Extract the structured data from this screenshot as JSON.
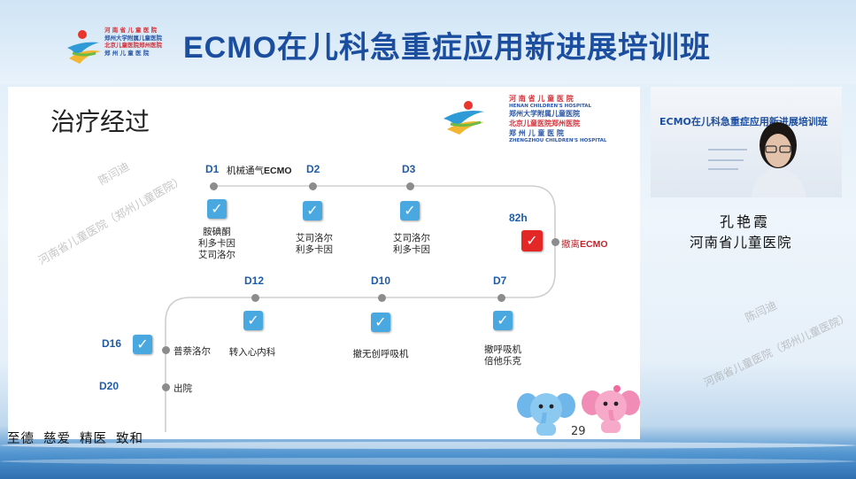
{
  "header": {
    "hospital_lines": [
      "河 南 省 儿 童 医 院",
      "郑州大学附属儿童医院",
      "北京儿童医院郑州医院",
      "郑 州 儿 童 医 院"
    ],
    "title": "ECMO在儿科急重症应用新进展培训班"
  },
  "slide": {
    "title": "治疗经过",
    "hospital": {
      "line1": "河 南 省 儿 童 医 院",
      "line1_en": "HENAN CHILDREN'S HOSPITAL",
      "line2": "郑州大学附属儿童医院",
      "line3": "北京儿童医院郑州医院",
      "line4": "郑 州 儿 童 医 院",
      "line4_en": "ZHENGZHOU CHILDREN'S HOSPITAL"
    },
    "timeline": {
      "d1": "D1",
      "d1_event": "机械通气",
      "d1_event_bold": "ECMO",
      "d1_drugs": [
        "胺碘酮",
        "利多卡因",
        "艾司洛尔"
      ],
      "d2": "D2",
      "d2_drugs": [
        "艾司洛尔",
        "利多卡因"
      ],
      "d3": "D3",
      "d3_drugs": [
        "艾司洛尔",
        "利多卡因"
      ],
      "h82": "82h",
      "h82_event": "撤离",
      "h82_event_bold": "ECMO",
      "d7": "D7",
      "d7_drugs": [
        "撤呼吸机",
        "倍他乐克"
      ],
      "d10": "D10",
      "d10_drugs": [
        "撤无创呼吸机"
      ],
      "d12": "D12",
      "d12_drugs": [
        "转入心内科"
      ],
      "d16": "D16",
      "d16_event": "普萘洛尔",
      "d20": "D20",
      "d20_event": "出院"
    },
    "watermark": {
      "name": "陈闫迪",
      "org": "河南省儿童医院（郑州儿童医院）"
    },
    "page_number": "29"
  },
  "motto": [
    "至德",
    "慈爱",
    "精医",
    "致和"
  ],
  "speaker": {
    "name": "孔艳霞",
    "org": "河南省儿童医院",
    "video_title": "ECMO在儿科急重症应用新进展培训班"
  },
  "colors": {
    "title_blue": "#1c4ea0",
    "day_blue": "#1f5ca8",
    "check_blue": "#4aa8e0",
    "check_red": "#e32727"
  }
}
